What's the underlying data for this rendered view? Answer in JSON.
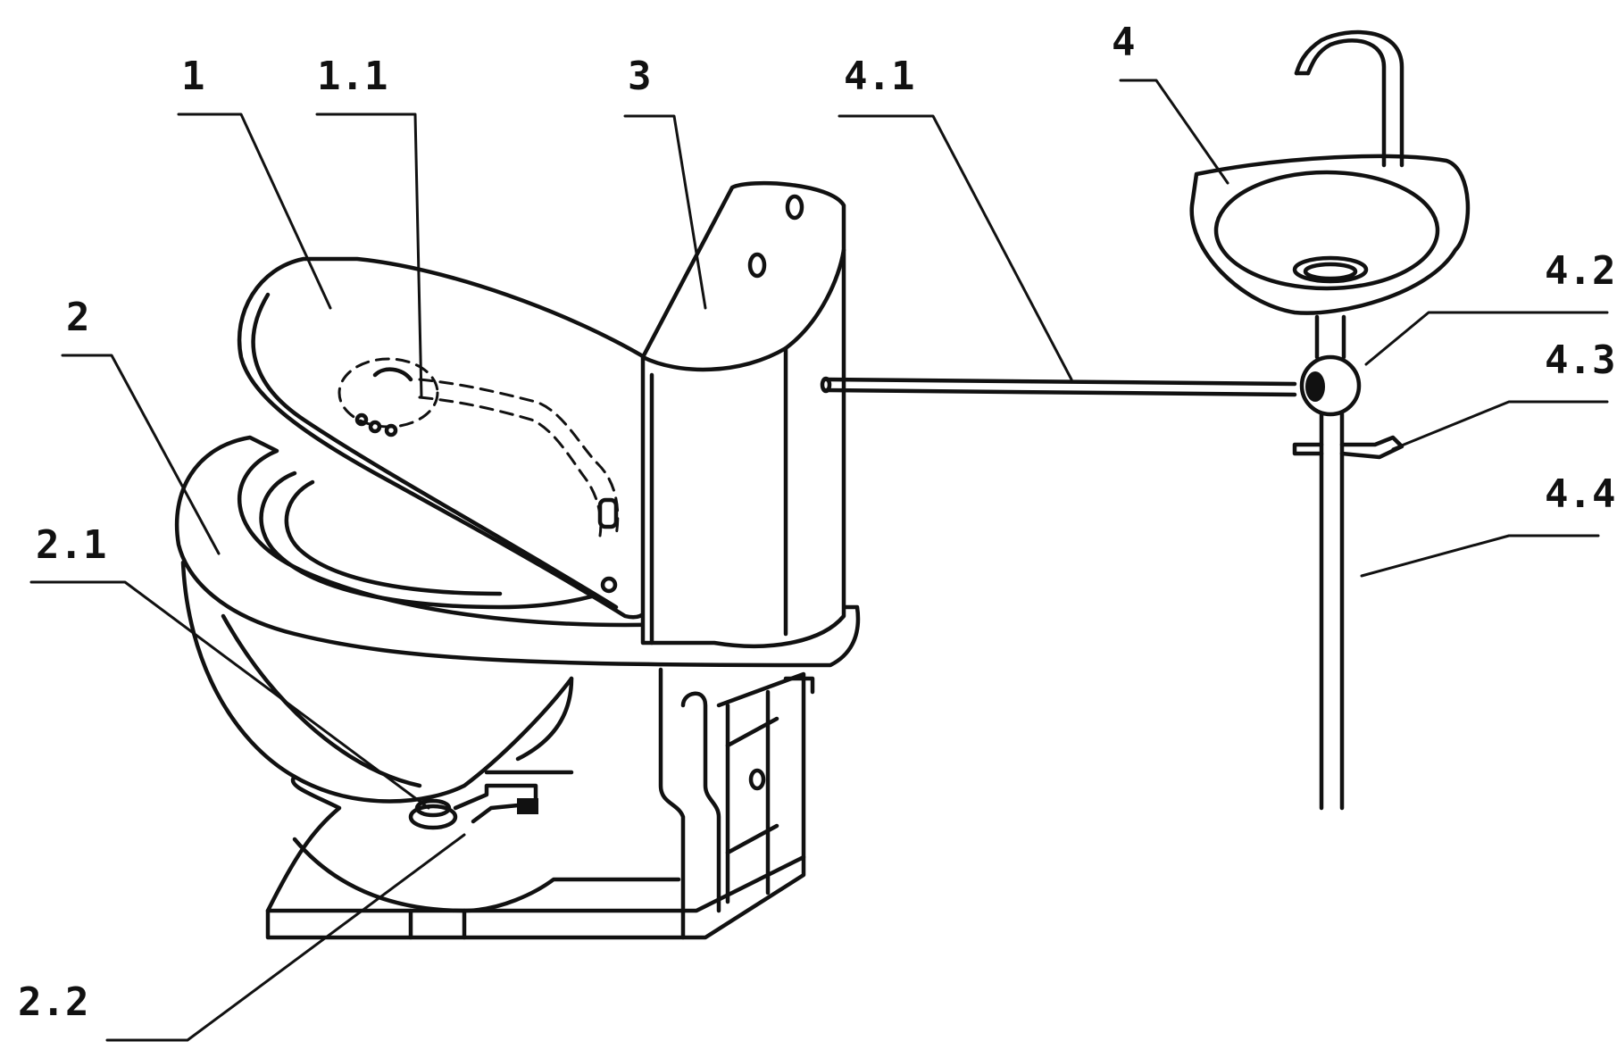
{
  "labels": {
    "l1": "1",
    "l1_1": "1.1",
    "l2": "2",
    "l2_1": "2.1",
    "l2_2": "2.2",
    "l3": "3",
    "l4": "4",
    "l4_1": "4.1",
    "l4_2": "4.2",
    "l4_3": "4.3",
    "l4_4": "4.4"
  },
  "colors": {
    "line": "#111111",
    "background": "#ffffff"
  }
}
